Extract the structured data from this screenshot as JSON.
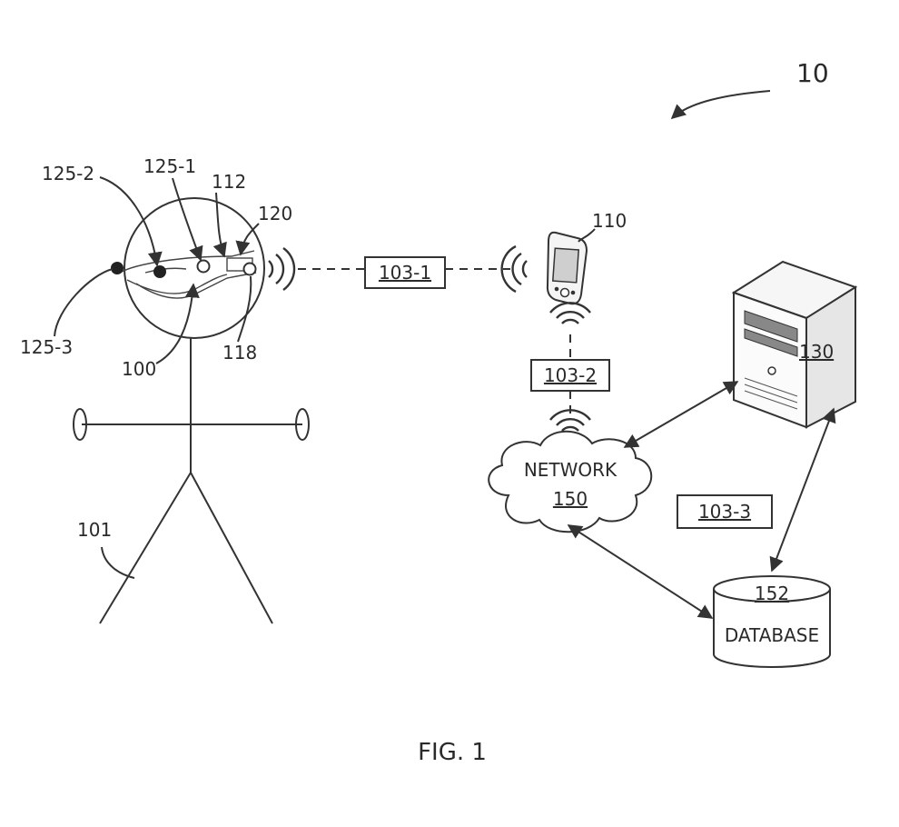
{
  "figure": {
    "ref_system": "10",
    "caption": "FIG. 1"
  },
  "user": {
    "ref": "101",
    "glasses_ref": "100",
    "sensors": [
      "125-1",
      "125-2",
      "125-3"
    ],
    "ref_112": "112",
    "ref_120": "120",
    "ref_118": "118"
  },
  "links": {
    "l1": "103-1",
    "l2": "103-2",
    "l3": "103-3"
  },
  "phone": {
    "ref": "110"
  },
  "server": {
    "ref": "130"
  },
  "network": {
    "name": "NETWORK",
    "ref": "150"
  },
  "database": {
    "name": "DATABASE",
    "ref": "152"
  }
}
